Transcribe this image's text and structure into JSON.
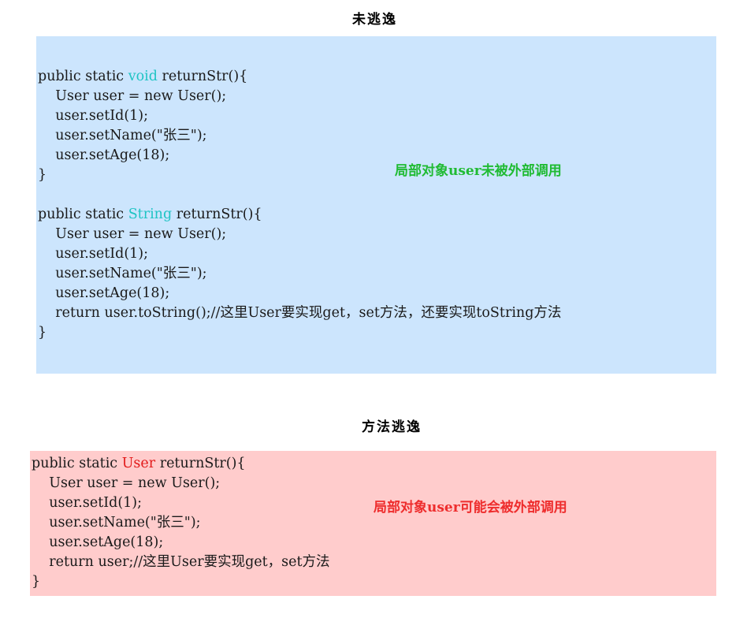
{
  "section1": {
    "title": "未逃逸",
    "annotation": "局部对象user未被外部调用",
    "method1": {
      "signature_prefix": "public static ",
      "return_type": "void",
      "signature_suffix": " returnStr(){",
      "body": "    User user = new User();\n    user.setId(1);\n    user.setName(\"张三\");\n    user.setAge(18);",
      "close": "}"
    },
    "method2": {
      "signature_prefix": "public static ",
      "return_type": "String",
      "signature_suffix": " returnStr(){",
      "body": "    User user = new User();\n    user.setId(1);\n    user.setName(\"张三\");\n    user.setAge(18);\n    return user.toString();//这里User要实现get，set方法，还要实现toString方法",
      "close": "}"
    }
  },
  "section2": {
    "title": "方法逃逸",
    "annotation": "局部对象user可能会被外部调用",
    "method": {
      "signature_prefix": "public static ",
      "return_type": "User",
      "signature_suffix": " returnStr(){",
      "body": "    User user = new User();\n    user.setId(1);\n    user.setName(\"张三\");\n    user.setAge(18);\n    return user;//这里User要实现get，set方法",
      "close": "}"
    }
  },
  "colors": {
    "blue_box": "#cce5fd",
    "red_box": "#ffcccc",
    "keyword_cyan": "#1fc4c4",
    "keyword_red": "#e21a1a",
    "note_green": "#20bb33",
    "note_red": "#ee2d2d"
  }
}
